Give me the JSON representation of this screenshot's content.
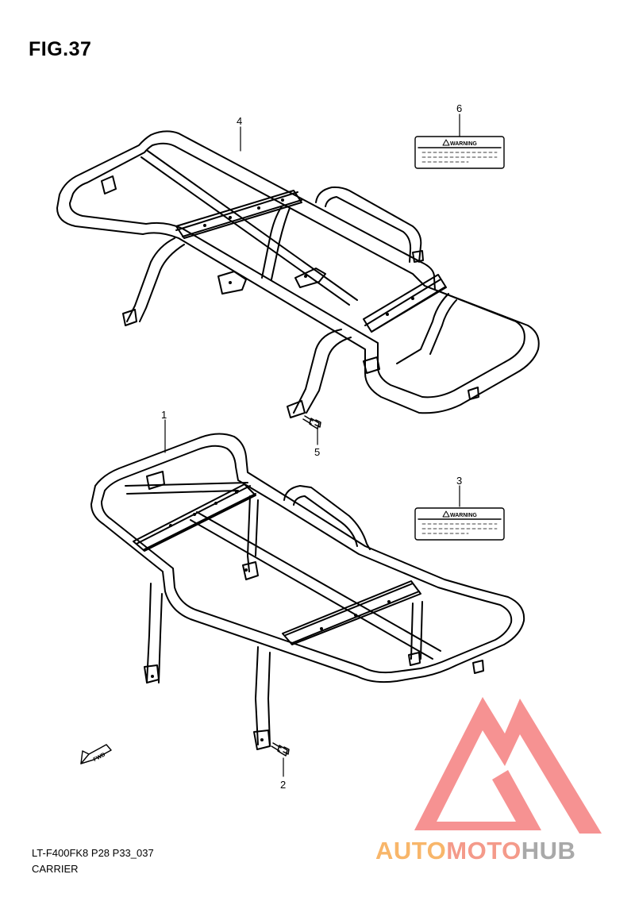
{
  "figure": {
    "title": "FIG.37",
    "code": "LT-F400FK8 P28 P33_037",
    "caption": "CARRIER"
  },
  "callouts": [
    "1",
    "2",
    "3",
    "4",
    "5",
    "6"
  ],
  "warning_label": {
    "text": "WARNING",
    "icon": "warning-triangle-icon"
  },
  "fwd_arrow": {
    "text": "FWD",
    "icon": "forward-arrow-icon"
  },
  "watermark": {
    "part1": "AUTO",
    "part2": "MOTO",
    "part3": "HUB",
    "colors": {
      "part1": "#f8b66a",
      "part2": "#f49a8a",
      "part3": "#a9a9a9",
      "triangle": "#f47f7f"
    }
  }
}
